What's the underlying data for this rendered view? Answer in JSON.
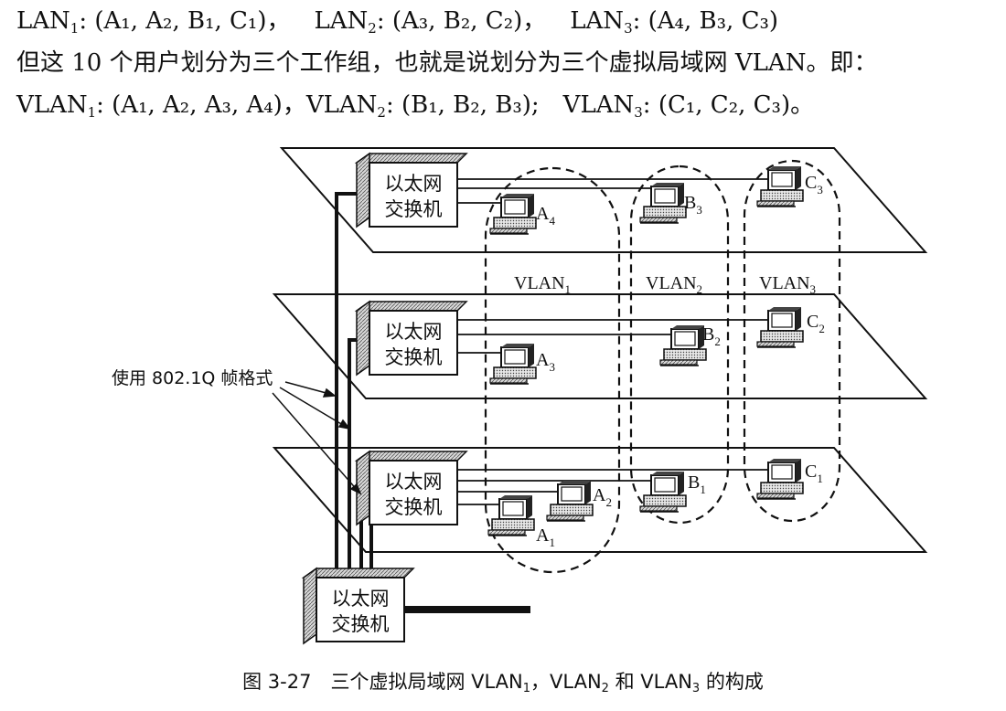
{
  "text": {
    "line1": [
      {
        "pre": "LAN",
        "sub": "1",
        "post": ": (A₁, A₂, B₁, C₁)，"
      },
      {
        "pre": "LAN",
        "sub": "2",
        "post": ": (A₃, B₂, C₂)，"
      },
      {
        "pre": "LAN",
        "sub": "3",
        "post": ": (A₄, B₃, C₃)"
      }
    ],
    "line2": "但这 10 个用户划分为三个工作组，也就是说划分为三个虚拟局域网 VLAN。即：",
    "line3": [
      {
        "pre": "VLAN",
        "sub": "1",
        "post": ": (A₁, A₂, A₃, A₄)，"
      },
      {
        "pre": "VLAN",
        "sub": "2",
        "post": ": (B₁, B₂, B₃);"
      },
      {
        "pre": "VLAN",
        "sub": "3",
        "post": ": (C₁, C₂, C₃)。"
      }
    ]
  },
  "figure": {
    "switch_label_line1": "以太网",
    "switch_label_line2": "交换机",
    "trunk_label": "使用 802.1Q 帧格式",
    "vlan_labels": [
      {
        "pre": "VLAN",
        "sub": "1"
      },
      {
        "pre": "VLAN",
        "sub": "2"
      },
      {
        "pre": "VLAN",
        "sub": "3"
      }
    ],
    "hosts": [
      {
        "pre": "A",
        "sub": "4"
      },
      {
        "pre": "B",
        "sub": "3"
      },
      {
        "pre": "C",
        "sub": "3"
      },
      {
        "pre": "A",
        "sub": "3"
      },
      {
        "pre": "B",
        "sub": "2"
      },
      {
        "pre": "C",
        "sub": "2"
      },
      {
        "pre": "A",
        "sub": "1"
      },
      {
        "pre": "A",
        "sub": "2"
      },
      {
        "pre": "B",
        "sub": "1"
      },
      {
        "pre": "C",
        "sub": "1"
      }
    ]
  },
  "caption": {
    "prefix": "图 3-27　三个虚拟局域网 VLAN",
    "s1": "1",
    "m1": "，VLAN",
    "s2": "2",
    "m2": " 和 VLAN",
    "s3": "3",
    "suffix": " 的构成"
  }
}
